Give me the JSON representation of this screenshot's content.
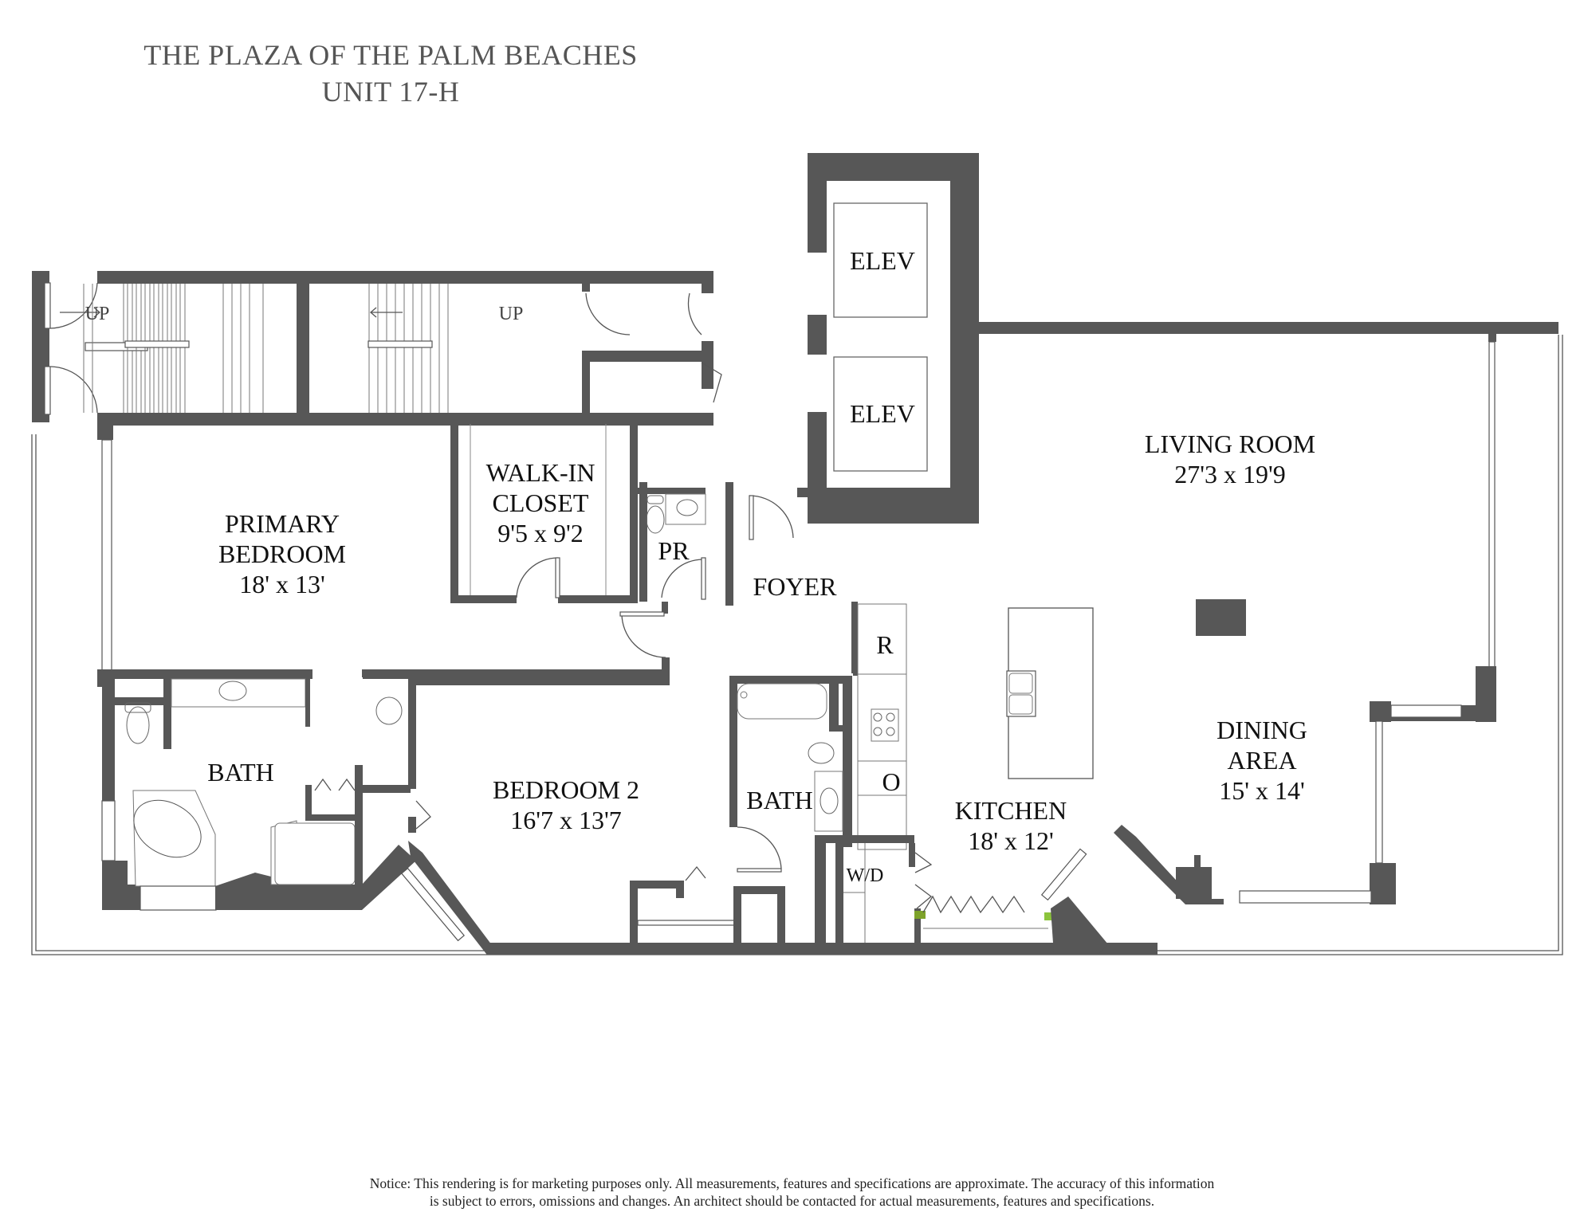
{
  "header": {
    "title": "THE PLAZA OF THE PALM BEACHES",
    "unit": "UNIT 17-H"
  },
  "rooms": {
    "living_room": {
      "name": "LIVING ROOM",
      "dims": "27'3 x 19'9"
    },
    "dining_area": {
      "name_line1": "DINING",
      "name_line2": "AREA",
      "dims": "15' x 14'"
    },
    "kitchen": {
      "name": "KITCHEN",
      "dims": "18' x 12'"
    },
    "primary_bedroom": {
      "name_line1": "PRIMARY",
      "name_line2": "BEDROOM",
      "dims": "18' x 13'"
    },
    "walk_in_closet": {
      "name_line1": "WALK-IN",
      "name_line2": "CLOSET",
      "dims": "9'5 x 9'2"
    },
    "bedroom_2": {
      "name": "BEDROOM 2",
      "dims": "16'7 x 13'7"
    },
    "primary_bath": {
      "name": "BATH"
    },
    "bath_2": {
      "name": "BATH"
    },
    "powder_room": {
      "name": "PR"
    },
    "foyer": {
      "name": "FOYER"
    },
    "laundry": {
      "name": "W/D"
    },
    "refrigerator": {
      "name": "R"
    },
    "oven": {
      "name": "O"
    },
    "elevator_1": {
      "name": "ELEV"
    },
    "elevator_2": {
      "name": "ELEV"
    }
  },
  "stairs": {
    "left_label": "UP",
    "right_label": "UP"
  },
  "colors": {
    "wall": "#575757",
    "accent_green": "#8cc43c"
  },
  "footer": {
    "notice_line1": "Notice: This rendering is for marketing purposes only. All measurements, features and specifications are approximate. The accuracy of this information",
    "notice_line2": "is subject to errors, omissions and changes. An architect should be contacted for actual measurements, features and specifications."
  }
}
